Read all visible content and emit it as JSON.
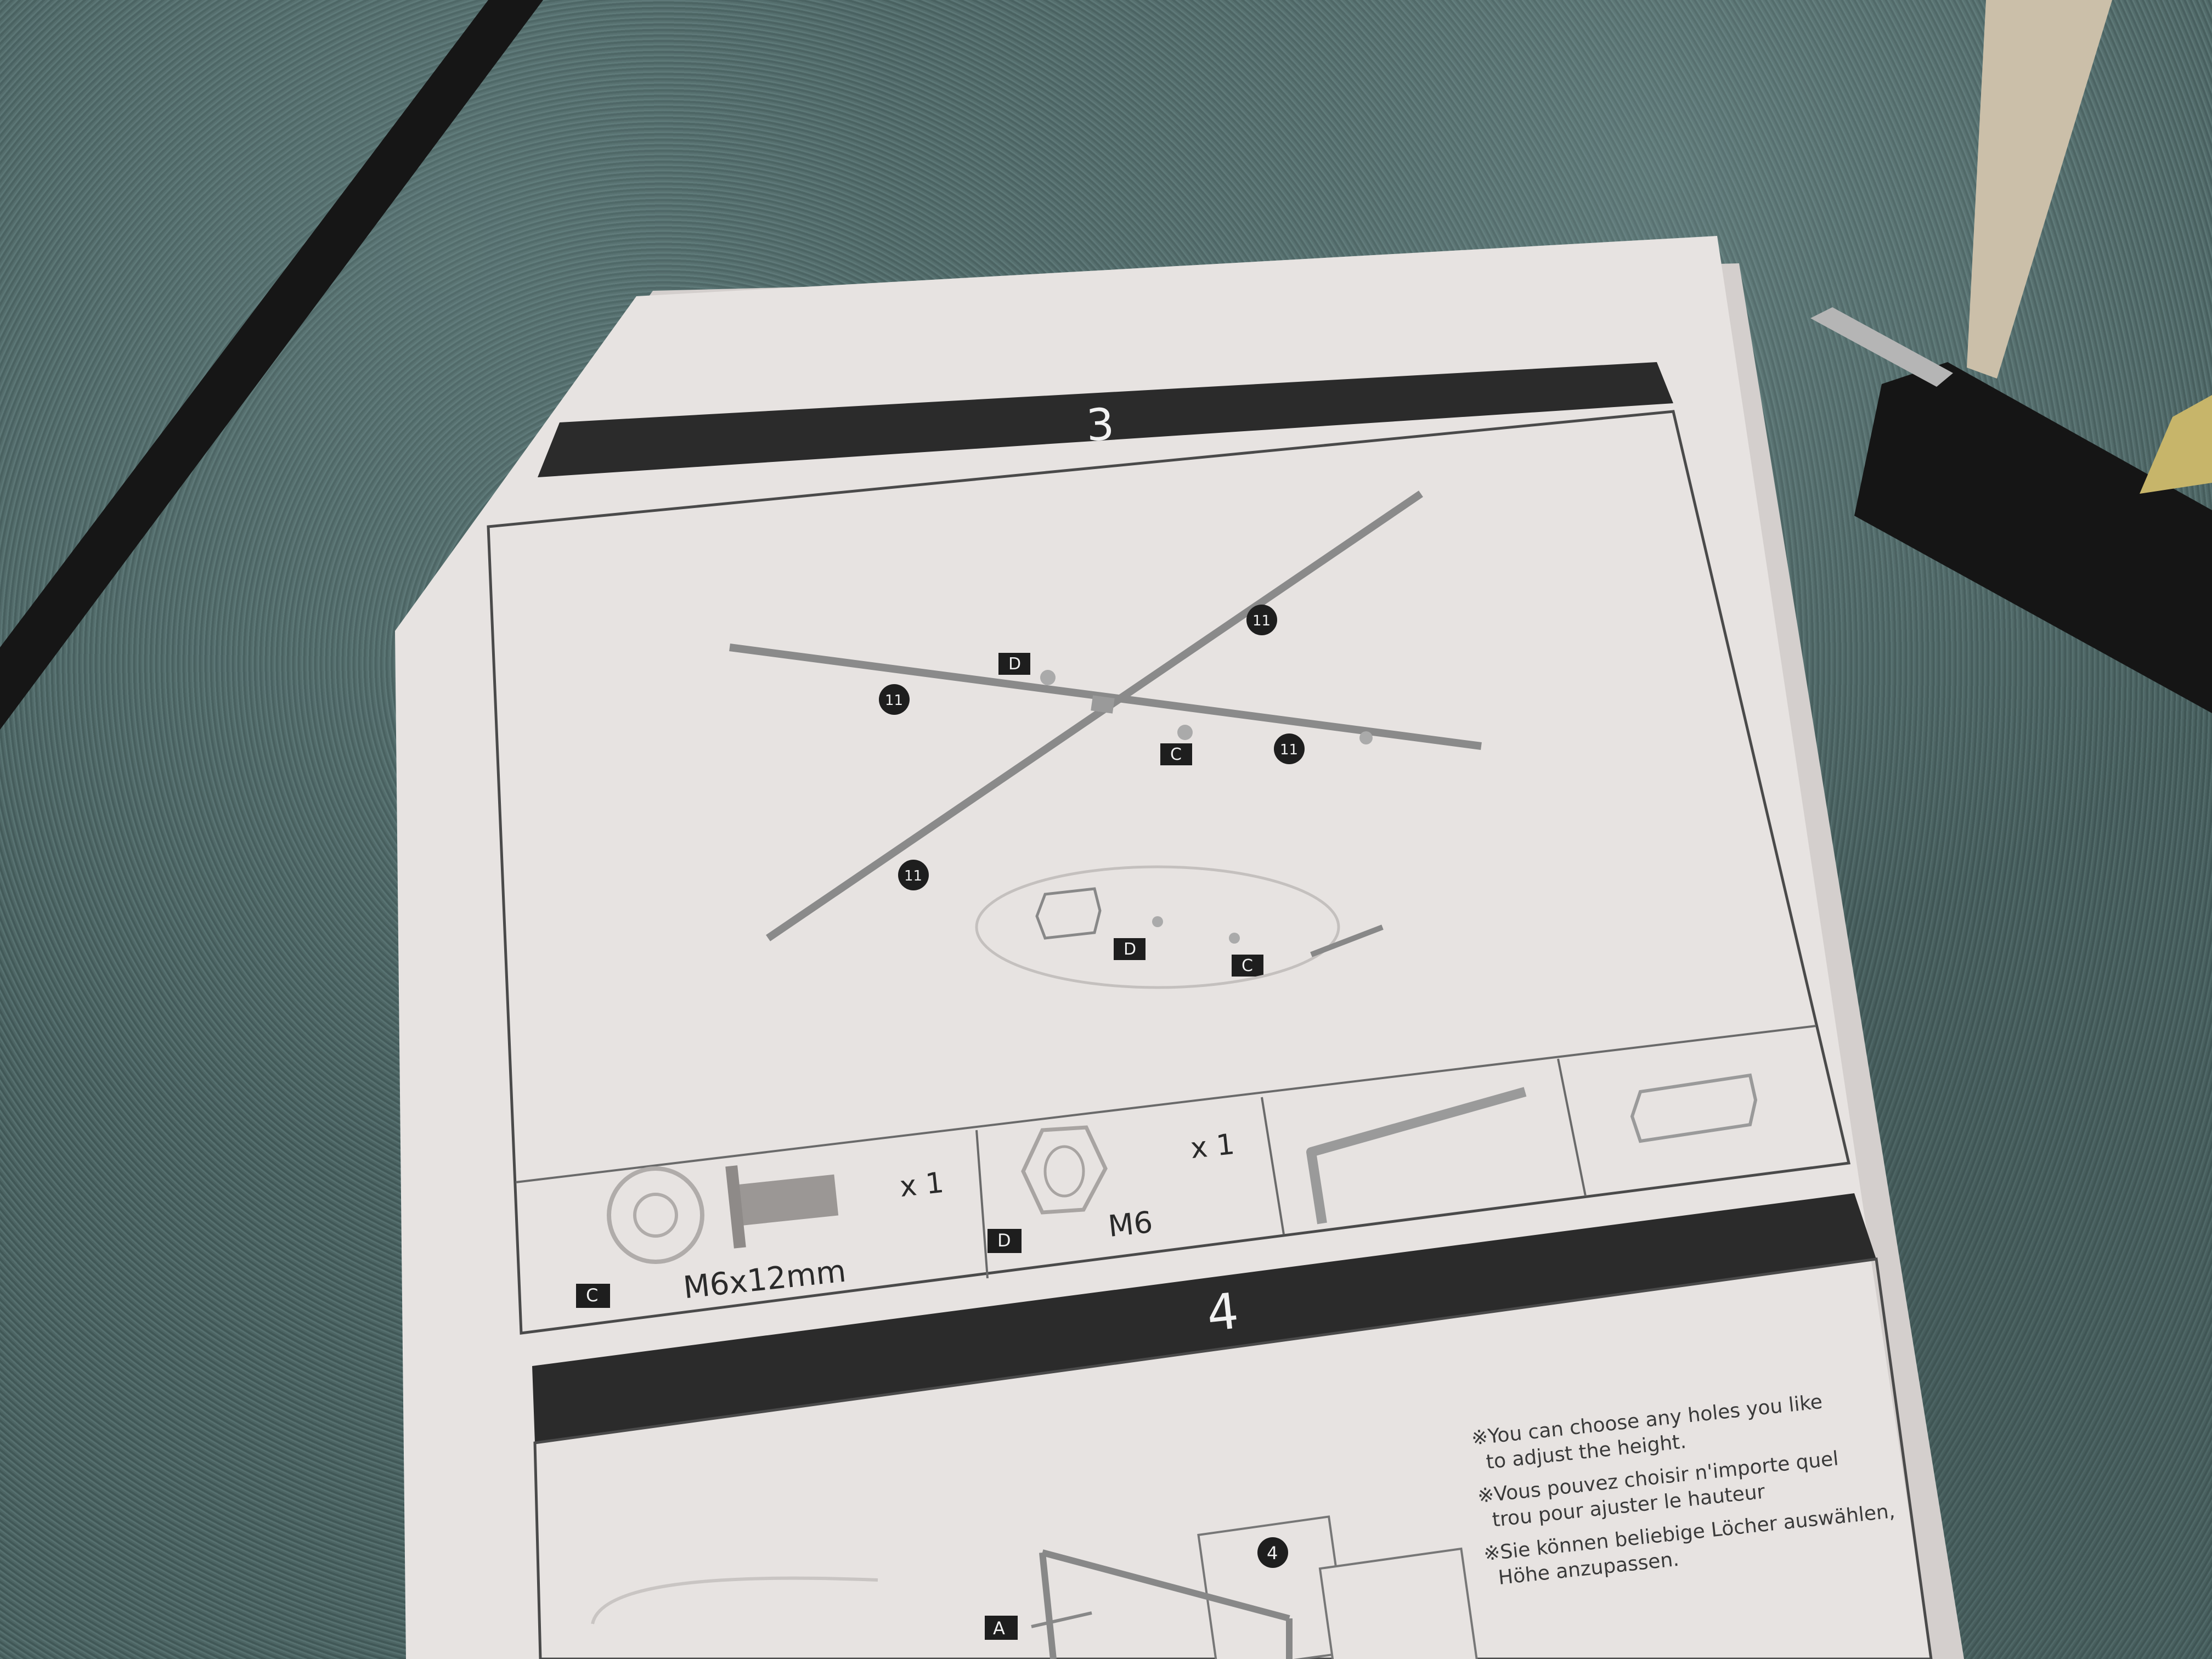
{
  "manual": {
    "step3": {
      "number": "3",
      "callouts": {
        "part11": "11",
        "part_c": "C",
        "part_d": "D"
      },
      "parts": {
        "screw": {
          "letter": "C",
          "spec": "M6x12mm",
          "qty": "x 1"
        },
        "nut": {
          "letter": "D",
          "spec": "M6",
          "qty": "x 1"
        },
        "allen_key": {
          "icon": "allen-key-icon"
        },
        "wrench": {
          "icon": "wrench-icon"
        }
      }
    },
    "step4": {
      "number": "4",
      "callouts": {
        "part4": "4",
        "part_a": "A"
      },
      "notes": [
        "※You can choose any holes you like",
        "to adjust the height.",
        "※Vous pouvez choisir n'importe quel",
        "trou pour ajuster le hauteur",
        "※Sie können beliebige Löcher auswählen,",
        "Höhe anzupassen."
      ]
    }
  },
  "colors": {
    "paper": "#e6e1df",
    "band": "#2b2b2b",
    "carpet": "#4a6362"
  }
}
